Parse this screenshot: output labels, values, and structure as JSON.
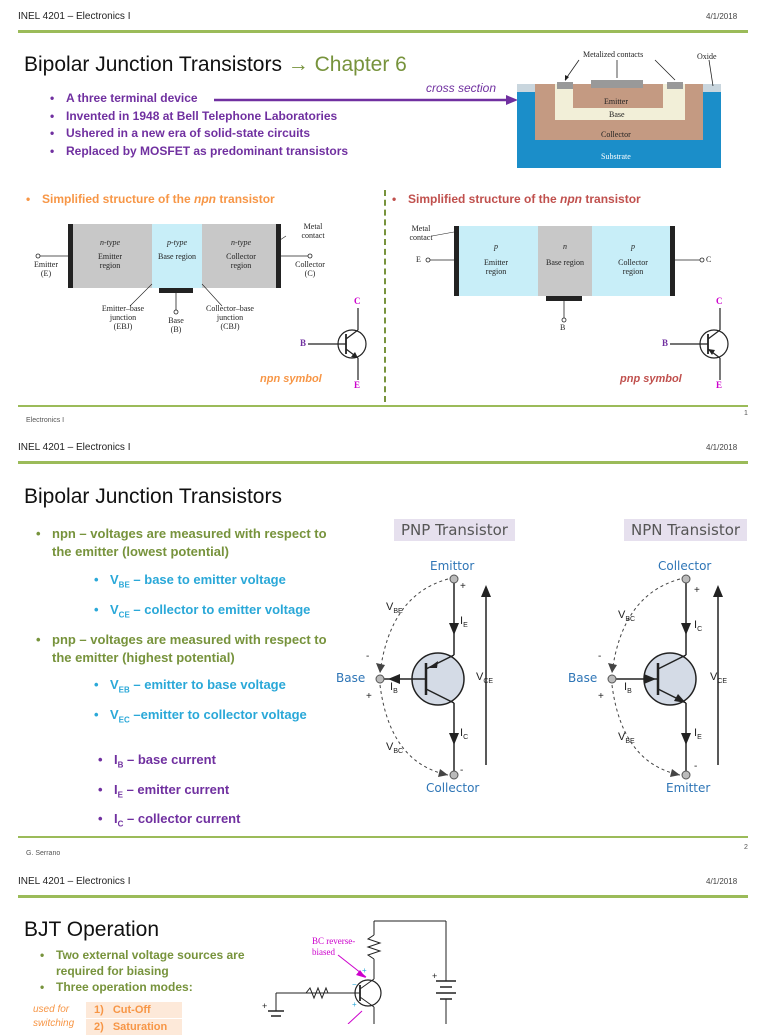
{
  "course": "INEL 4201 – Electronics I",
  "date": "4/1/2018",
  "slide1": {
    "title": "Bipolar Junction Transistors",
    "title_arrow": "→",
    "title_chapter": "Chapter 6",
    "bullets": [
      "A three terminal device",
      "Invented in 1948 at Bell Telephone Laboratories",
      "Ushered in a new era of solid-state circuits",
      "Replaced by MOSFET as predominant transistors"
    ],
    "cross_section_label": "cross section",
    "cross_section": {
      "metalized": "Metalized contacts",
      "oxide": "Oxide",
      "emitter": "Emitter",
      "base": "Base",
      "collector": "Collector",
      "substrate": "Substrate"
    },
    "npn_heading": {
      "pre": "Simplified structure of the ",
      "em": "npn",
      "post": " transistor"
    },
    "pnp_heading": {
      "pre": "Simplified structure of the ",
      "em": "npn",
      "post": " transistor"
    },
    "npn_diagram": {
      "emitter_type": "n-type",
      "emitter_region": "Emitter region",
      "base_type": "p-type",
      "base_region": "Base region",
      "collector_type": "n-type",
      "collector_region": "Collector region",
      "metal_contact": "Metal contact",
      "emitter_term": "Emitter",
      "emitter_sym": "(E)",
      "collector_term": "Collector",
      "collector_sym": "(C)",
      "ebj": "Emitter–base junction",
      "ebj_sym": "(EBJ)",
      "base_term": "Base",
      "base_sym": "(B)",
      "cbj": "Collector–base junction",
      "cbj_sym": "(CBJ)"
    },
    "pnp_diagram": {
      "metal_contact": "Metal contact",
      "emitter_type": "p",
      "emitter_region": "Emitter region",
      "base_type": "n",
      "base_region": "Base region",
      "collector_type": "p",
      "collector_region": "Collector region",
      "e": "E",
      "c": "C",
      "b": "B"
    },
    "npn_symbol": {
      "c": "C",
      "b": "B",
      "e": "E",
      "caption": "npn symbol"
    },
    "pnp_symbol": {
      "c": "C",
      "b": "B",
      "e": "E",
      "caption": "pnp symbol"
    },
    "footer": "Electronics I",
    "page": "1"
  },
  "slide2": {
    "title": "Bipolar Junction Transistors",
    "npn_bullet": "npn – voltages are measured with respect to the emitter (lowest potential)",
    "npn_sub": [
      {
        "v": "V",
        "sub": "BE",
        "text": " – base to emitter voltage"
      },
      {
        "v": "V",
        "sub": "CE",
        "text": " – collector to emitter voltage"
      }
    ],
    "pnp_bullet": "pnp – voltages are measured with respect to the emitter (highest potential)",
    "pnp_sub": [
      {
        "v": "V",
        "sub": "EB",
        "text": " – emitter to base voltage"
      },
      {
        "v": "V",
        "sub": "EC",
        "text": " –emitter to collector voltage"
      }
    ],
    "currents": [
      {
        "i": "I",
        "sub": "B",
        "text": " – base current"
      },
      {
        "i": "I",
        "sub": "E",
        "text": " – emitter current"
      },
      {
        "i": "I",
        "sub": "C",
        "text": " – collector current"
      }
    ],
    "pnp_fig": {
      "heading": "PNP Transistor",
      "top": "Emittor",
      "base": "Base",
      "bottom": "Collector",
      "v_top": "V",
      "v_top_sub": "BE",
      "v_bot": "V",
      "v_bot_sub": "BC",
      "v_right": "V",
      "v_right_sub": "CE",
      "i_top": "I",
      "i_top_sub": "E",
      "i_base": "I",
      "i_base_sub": "B",
      "i_bot": "I",
      "i_bot_sub": "C"
    },
    "npn_fig": {
      "heading": "NPN Transistor",
      "top": "Collector",
      "base": "Base",
      "bottom": "Emitter",
      "v_top": "V",
      "v_top_sub": "BC",
      "v_bot": "V",
      "v_bot_sub": "BE",
      "v_right": "V",
      "v_right_sub": "CE",
      "i_top": "I",
      "i_top_sub": "C",
      "i_base": "I",
      "i_base_sub": "B",
      "i_bot": "I",
      "i_bot_sub": "E"
    },
    "footer": "G. Serrano",
    "page": "2"
  },
  "slide3": {
    "title": "BJT Operation",
    "bullets": [
      "Two external voltage sources are required for biasing",
      "Three operation modes:"
    ],
    "side_note": "used for",
    "side_note2": "switching",
    "modes": [
      {
        "n": "1)",
        "label": "Cut-Off"
      },
      {
        "n": "2)",
        "label": "Saturation"
      }
    ],
    "bc_label": "BC reverse-biased"
  },
  "colors": {
    "rule": "#9bbb59",
    "green": "#77933c",
    "purple": "#7030a0",
    "blue": "#2aa8d8",
    "orange": "#f79646",
    "red": "#c0504d",
    "magenta": "#cc00cc",
    "substrate": "#1b8ec9"
  }
}
